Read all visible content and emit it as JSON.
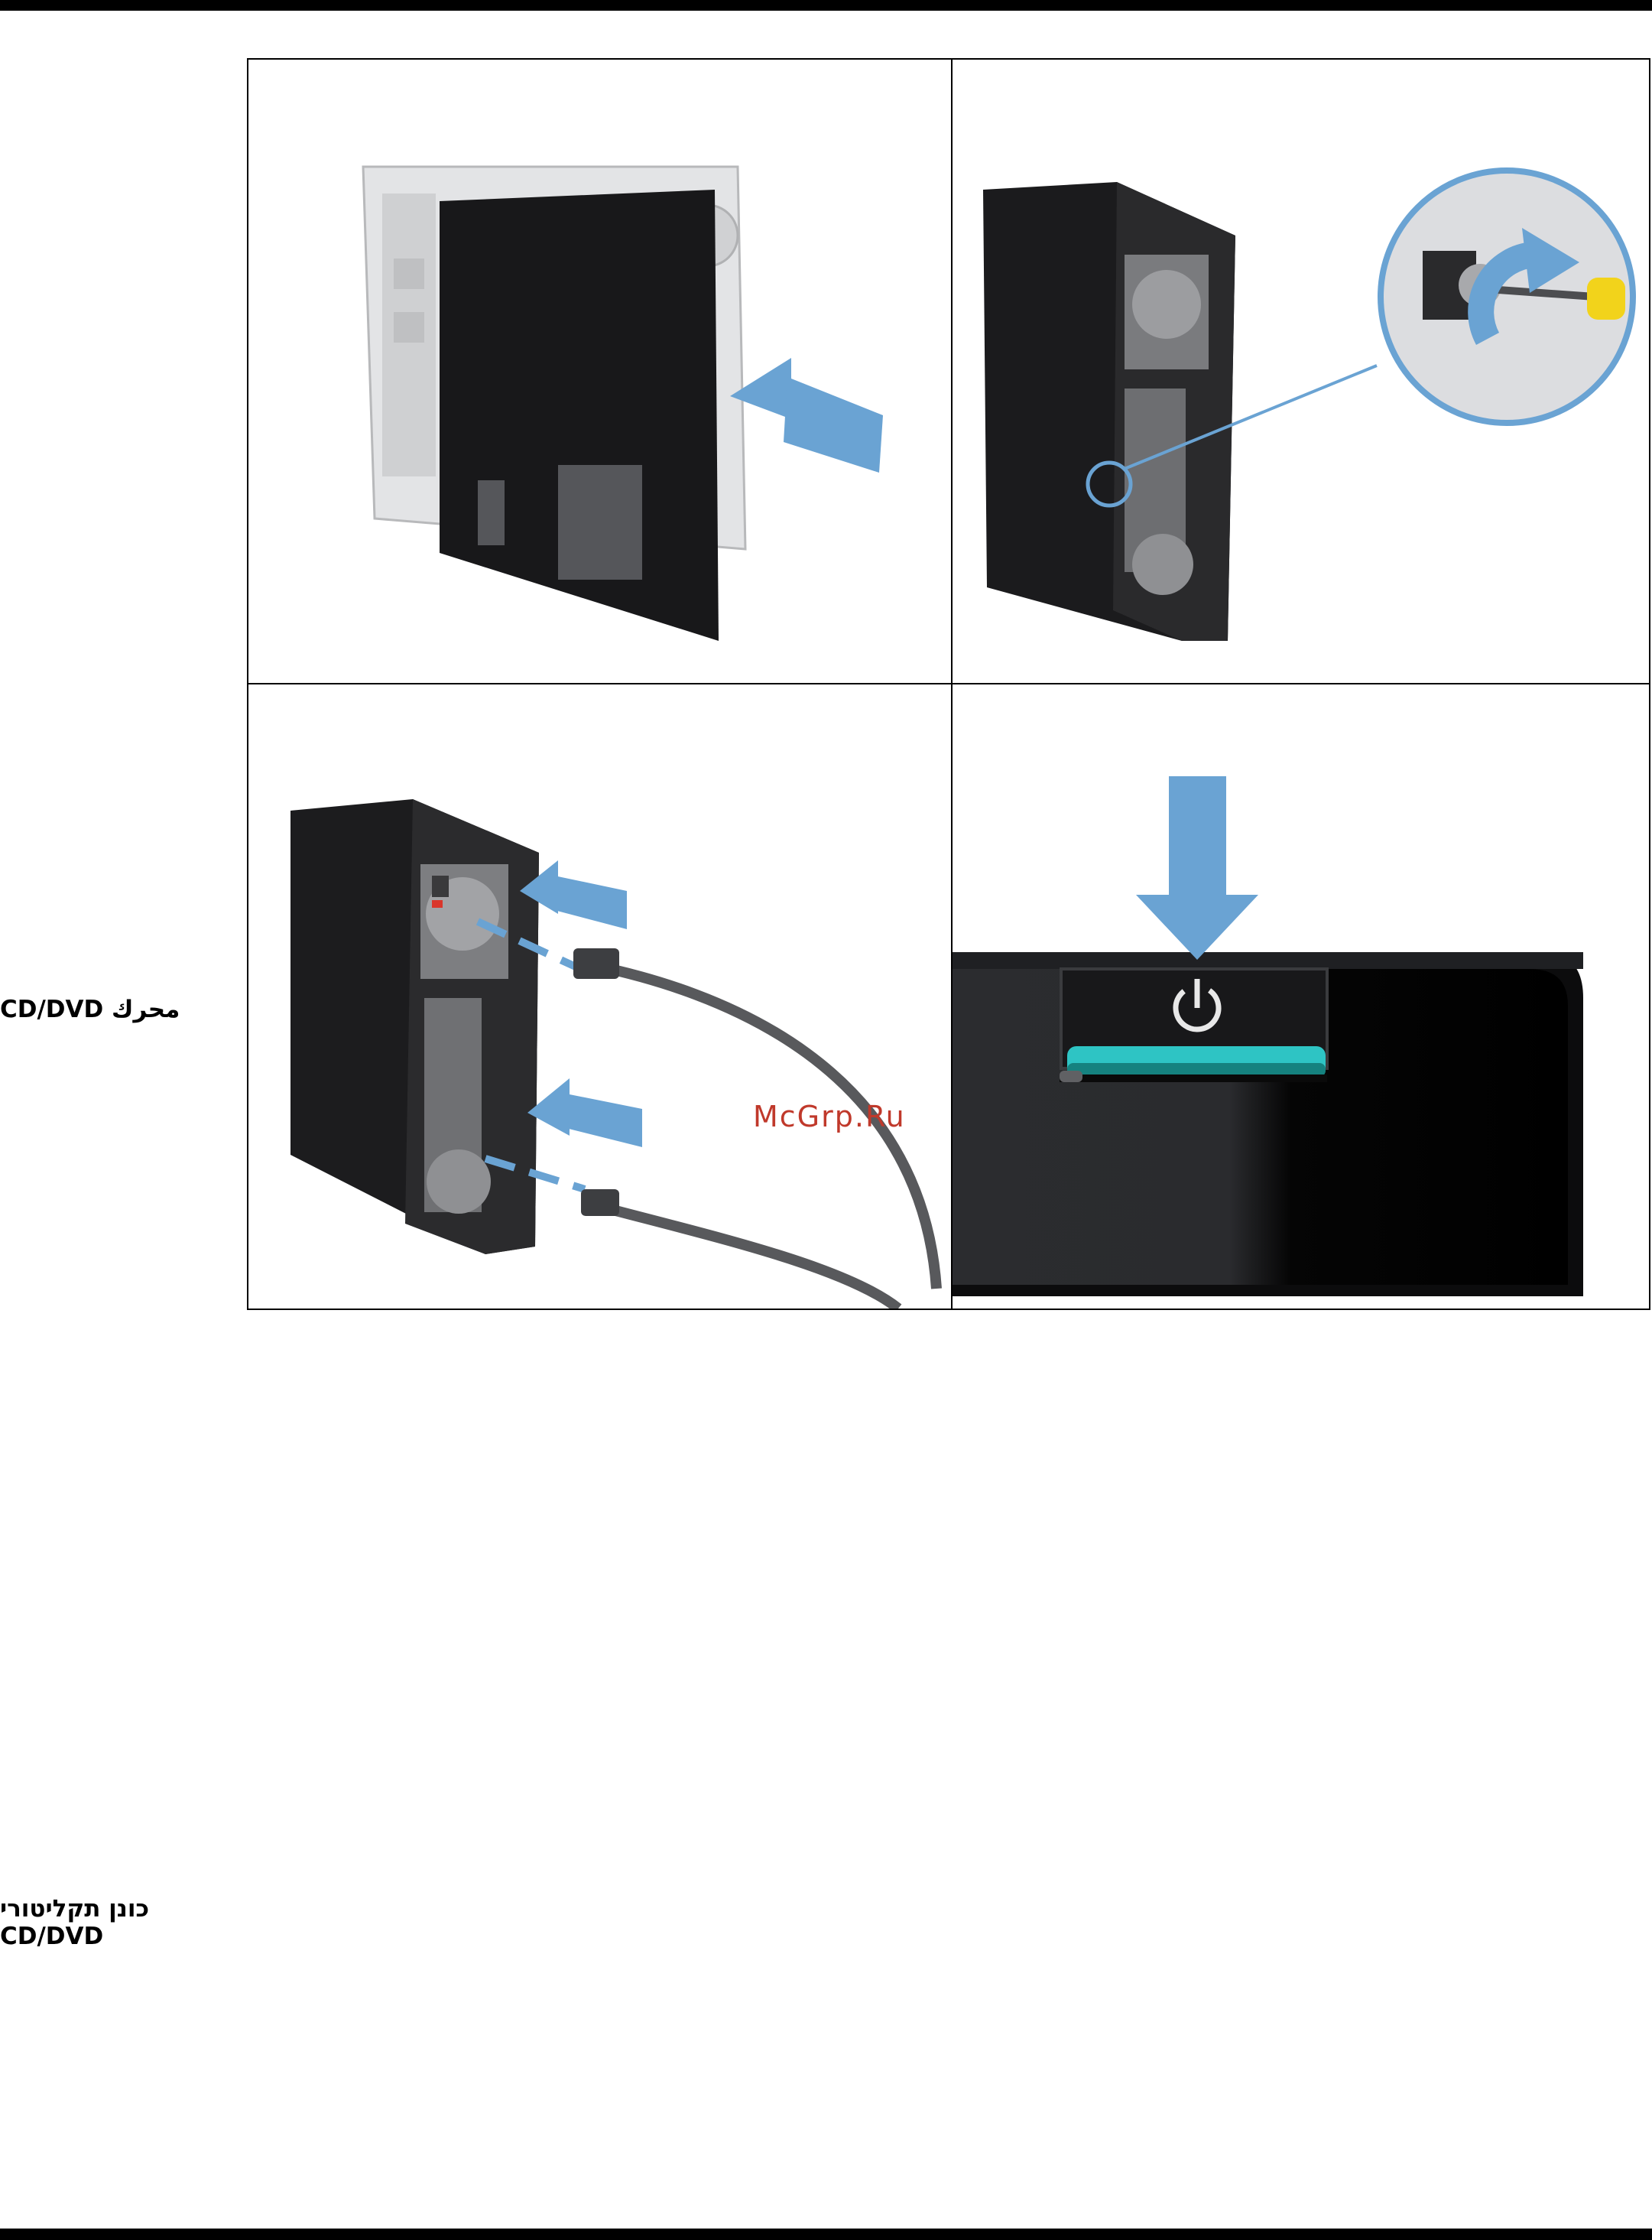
{
  "margin_labels": {
    "arabic": "محرك CD/DVD",
    "hebrew_line1": "כונן תקליטורי",
    "hebrew_line2": "CD/DVD"
  },
  "watermark": "McGrp.Ru",
  "illustrations": [
    {
      "id": "side-panel-slide",
      "icon": "arrow-left-icon"
    },
    {
      "id": "thumbscrew-tighten",
      "icon": "rotate-arrow-icon"
    },
    {
      "id": "cables-connect",
      "icon": "arrow-left-icon"
    },
    {
      "id": "power-button-press",
      "icon": "power-icon"
    }
  ],
  "colors": {
    "arrow": "#6aa3d3",
    "case": "#1c1c1e",
    "accent_teal": "#2ec4c4"
  }
}
